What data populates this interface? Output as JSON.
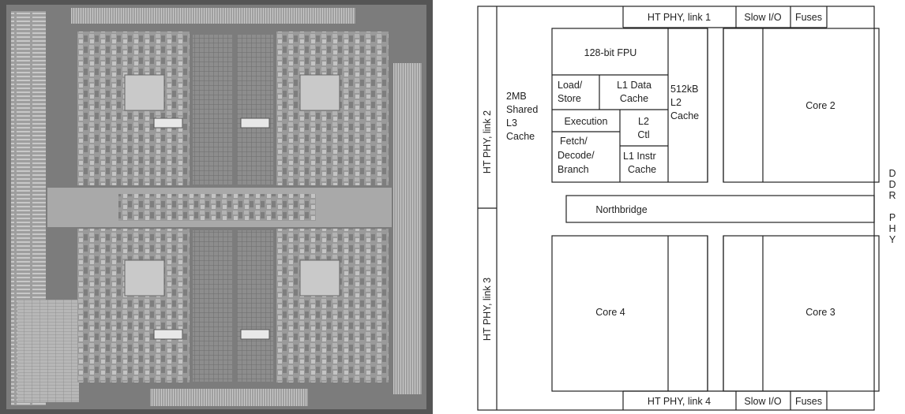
{
  "die_photo": {
    "caption": ""
  },
  "floorplan": {
    "ht_phy_link1": "HT PHY, link 1",
    "slow_io_top": "Slow I/O",
    "fuses_top": "Fuses",
    "ht_phy_link2": "HT PHY, link 2",
    "ht_phy_link3": "HT PHY, link 3",
    "ht_phy_link4": "HT PHY, link 4",
    "slow_io_bottom": "Slow I/O",
    "fuses_bottom": "Fuses",
    "l3_cache": [
      "2MB",
      "Shared",
      "L3",
      "Cache"
    ],
    "fpu": "128-bit FPU",
    "load_store": [
      "Load/",
      "Store"
    ],
    "l1_data_cache": [
      "L1 Data",
      "Cache"
    ],
    "l2_cache": [
      "512kB",
      "L2",
      "Cache"
    ],
    "execution": "Execution",
    "l2_ctl": [
      "L2",
      "Ctl"
    ],
    "fetch_decode": [
      "Fetch/",
      "Decode/",
      "Branch"
    ],
    "l1_instr_cache": [
      "L1 Instr",
      "Cache"
    ],
    "core2": "Core 2",
    "core3": "Core 3",
    "core4": "Core 4",
    "northbridge": "Northbridge",
    "ddr_phy": [
      "D",
      "D",
      "R",
      "",
      "P",
      "H",
      "Y"
    ]
  }
}
